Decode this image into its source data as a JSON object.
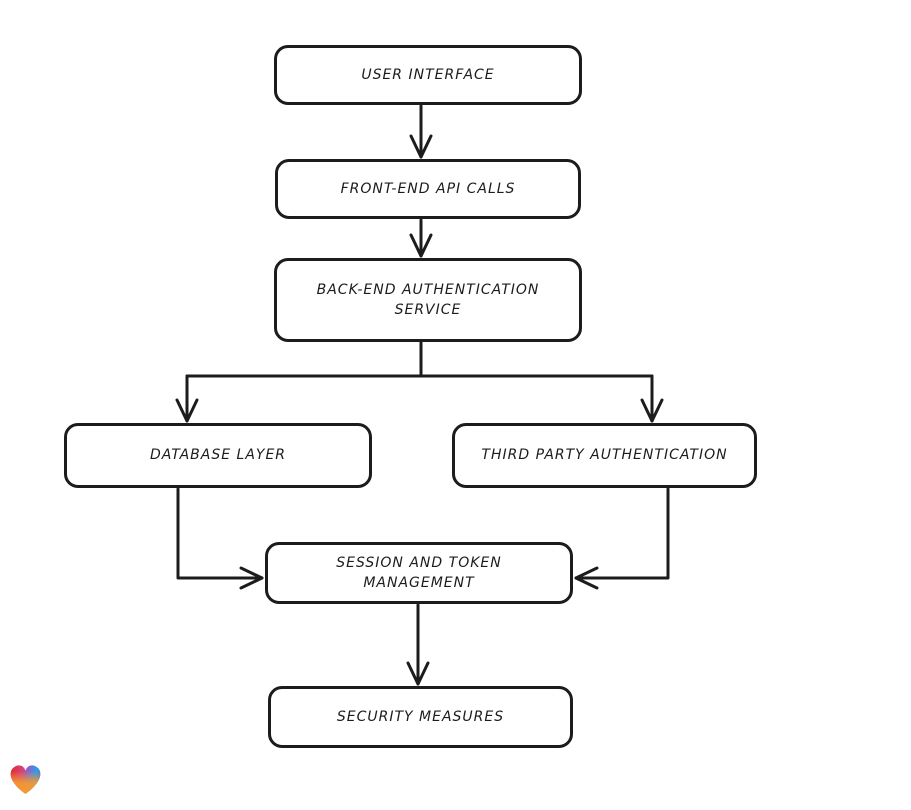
{
  "page": {
    "background": "#ffffff",
    "stroke_color": "#1c1c1c"
  },
  "diagram": {
    "nodes": [
      {
        "id": "user-interface",
        "label": "USER INTERFACE"
      },
      {
        "id": "front-end-api-calls",
        "label": "FRONT-END API CALLS"
      },
      {
        "id": "back-end-authentication-service",
        "label": "BACK-END AUTHENTICATION SERVICE"
      },
      {
        "id": "database-layer",
        "label": "DATABASE LAYER"
      },
      {
        "id": "third-party-authentication",
        "label": "THIRD PARTY AUTHENTICATION"
      },
      {
        "id": "session-and-token-management",
        "label": "SESSION AND TOKEN MANAGEMENT"
      },
      {
        "id": "security-measures",
        "label": "SECURITY MEASURES"
      }
    ],
    "edges": [
      {
        "from": "user-interface",
        "to": "front-end-api-calls"
      },
      {
        "from": "front-end-api-calls",
        "to": "back-end-authentication-service"
      },
      {
        "from": "back-end-authentication-service",
        "to": "database-layer"
      },
      {
        "from": "back-end-authentication-service",
        "to": "third-party-authentication"
      },
      {
        "from": "database-layer",
        "to": "session-and-token-management"
      },
      {
        "from": "third-party-authentication",
        "to": "session-and-token-management"
      },
      {
        "from": "session-and-token-management",
        "to": "security-measures"
      }
    ]
  },
  "logo": {
    "name": "heart-logo",
    "colors": {
      "left": "#e3342e",
      "right": "#2f9de0",
      "bottom": "#f59e3c"
    }
  }
}
